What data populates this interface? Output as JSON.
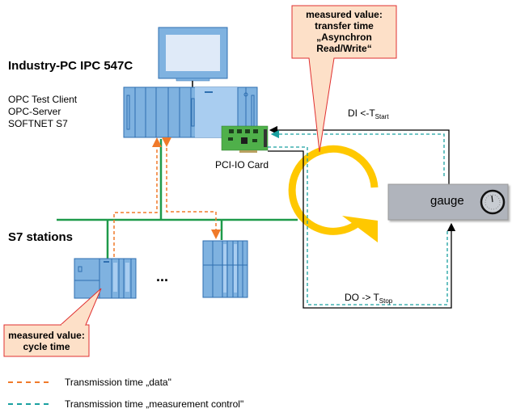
{
  "title": "Industry-PC IPC 547C",
  "pc_software": [
    "OPC Test Client",
    "OPC-Server",
    "SOFTNET S7"
  ],
  "pci_card_label": "PCI-IO Card",
  "s7_label": "S7 stations",
  "ellipsis": "...",
  "gauge_label": "gauge",
  "di_label": "DI <-T",
  "di_sub": "Start",
  "do_label": "DO -> T",
  "do_sub": "Stop",
  "callout_transfer": [
    "measured value:",
    "transfer time",
    "„Asynchron",
    "Read/Write“"
  ],
  "callout_cycle": [
    "measured value:",
    "cycle time"
  ],
  "legend": [
    {
      "label": "Transmission time „data\"",
      "color": "#f07a2a"
    },
    {
      "label": "Transmission time „measurement control\"",
      "color": "#1aa0a0"
    }
  ],
  "colors": {
    "device_blue": "#7fb2e0",
    "device_border": "#2f6fb0",
    "bus_green": "#1e9a4a",
    "loop_yellow": "#ffc800",
    "callout_fill": "#fde0c8",
    "callout_border": "#e03030",
    "gauge_fill": "#b0b4bc"
  }
}
